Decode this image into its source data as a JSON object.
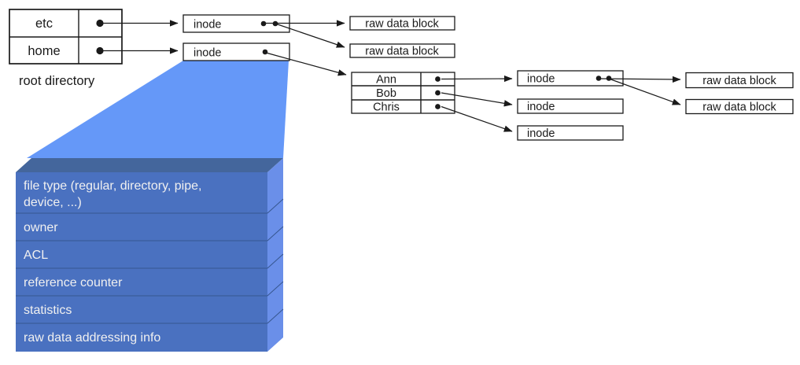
{
  "root_directory": {
    "caption": "root directory",
    "entries": [
      "etc",
      "home"
    ]
  },
  "labels": {
    "inode": "inode",
    "raw_data_block": "raw data block"
  },
  "home_directory": {
    "entries": [
      "Ann",
      "Bob",
      "Chris"
    ]
  },
  "inode_detail": {
    "file_type_line1": "file type (regular, directory, pipe,",
    "file_type_line2": "device, ...)",
    "owner": "owner",
    "acl": "ACL",
    "reference_counter": "reference counter",
    "statistics": "statistics",
    "raw_data_addressing": "raw data addressing info"
  },
  "colors": {
    "funnel": "#6598f8",
    "panel_front": "#4a71c0",
    "panel_top": "#44669c",
    "panel_side": "#6a8fe9",
    "panel_divider": "#35568f",
    "panel_text": "#f0f0f0"
  }
}
